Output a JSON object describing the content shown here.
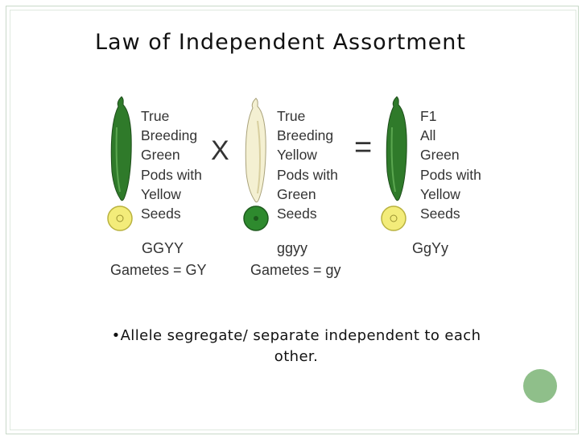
{
  "title": "Law of Independent Assortment",
  "parents": [
    {
      "description": [
        "True",
        "Breeding",
        "Green",
        "Pods with",
        "Yellow",
        "Seeds"
      ],
      "genotype": "GGYY",
      "gametes": "Gametes = GY",
      "pod_color": "#2f7a2a",
      "seed_color": "#f3ec7a"
    },
    {
      "description": [
        "True",
        "Breeding",
        "Yellow",
        "Pods with",
        "Green",
        "Seeds"
      ],
      "genotype": "ggyy",
      "gametes": "Gametes = gy",
      "pod_color": "#f4f0d2",
      "seed_color": "#2e8a2e"
    }
  ],
  "offspring": {
    "description": [
      "F1",
      "All",
      "Green",
      "Pods with",
      "Yellow",
      "Seeds"
    ],
    "genotype": "GgYy",
    "pod_color": "#2f7a2a",
    "seed_color": "#f3ec7a"
  },
  "operators": {
    "cross": "X",
    "equals": "="
  },
  "bullet_text": "•Allele segregate/ separate independent to each other.",
  "colors": {
    "accent_circle": "#8fbf8a",
    "frame": "#c9d9c9"
  }
}
